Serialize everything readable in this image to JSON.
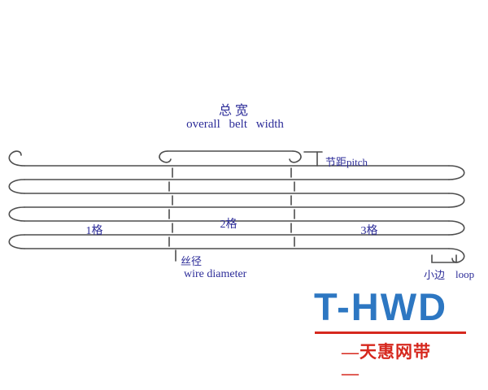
{
  "annotations": {
    "title_cn": "总宽",
    "title_en": "overall belt width",
    "pitch": "节距pitch",
    "section_1": "1格",
    "section_2": "2格",
    "section_3": "3格",
    "wire_diameter_cn": "丝径",
    "wire_diameter_en": "wire diameter",
    "edge_loop_cn": "小边",
    "edge_loop_en": "loop"
  },
  "logo": {
    "brand": "T-HWD",
    "tagline": "—天惠网带—"
  },
  "colors": {
    "label_blue": "#2d2d99",
    "wire": "#4d4d4d",
    "logo_blue": "#2d77c2",
    "logo_red": "#d6281e"
  }
}
